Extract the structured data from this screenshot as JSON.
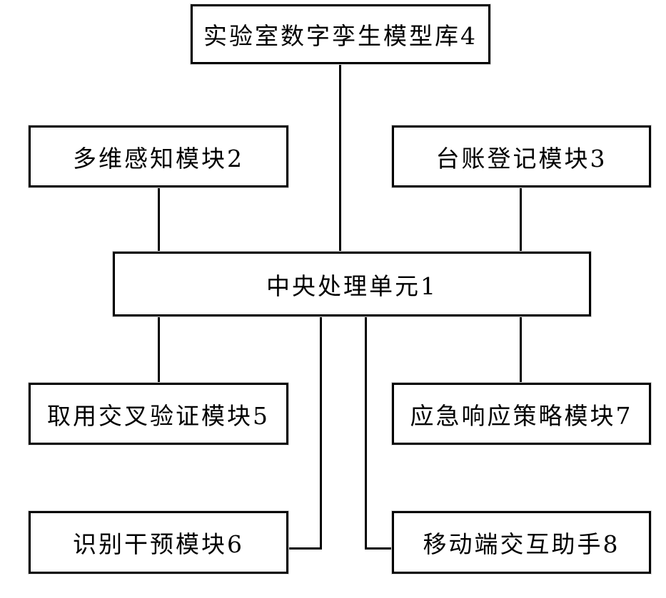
{
  "diagram": {
    "type": "block-diagram",
    "background_color": "#ffffff",
    "line_color": "#000000",
    "text_color": "#000000"
  },
  "nodes": [
    {
      "id": "model-library",
      "label": "实验室数字孪生模型库4",
      "number": "4"
    },
    {
      "id": "perception",
      "label": "多维感知模块2",
      "number": "2"
    },
    {
      "id": "ledger",
      "label": "台账登记模块3",
      "number": "3"
    },
    {
      "id": "cpu",
      "label": "中央处理单元1",
      "number": "1"
    },
    {
      "id": "cross-validation",
      "label": "取用交叉验证模块5",
      "number": "5"
    },
    {
      "id": "emergency",
      "label": "应急响应策略模块7",
      "number": "7"
    },
    {
      "id": "intervention",
      "label": "识别干预模块6",
      "number": "6"
    },
    {
      "id": "mobile-assistant",
      "label": "移动端交互助手8",
      "number": "8"
    }
  ],
  "connections": [
    {
      "from": "实验室数字孪生模型库4",
      "to": "中央处理单元1"
    },
    {
      "from": "多维感知模块2",
      "to": "中央处理单元1"
    },
    {
      "from": "台账登记模块3",
      "to": "中央处理单元1"
    },
    {
      "from": "中央处理单元1",
      "to": "取用交叉验证模块5"
    },
    {
      "from": "中央处理单元1",
      "to": "应急响应策略模块7"
    },
    {
      "from": "中央处理单元1",
      "to": "识别干预模块6"
    },
    {
      "from": "中央处理单元1",
      "to": "移动端交互助手8"
    }
  ]
}
